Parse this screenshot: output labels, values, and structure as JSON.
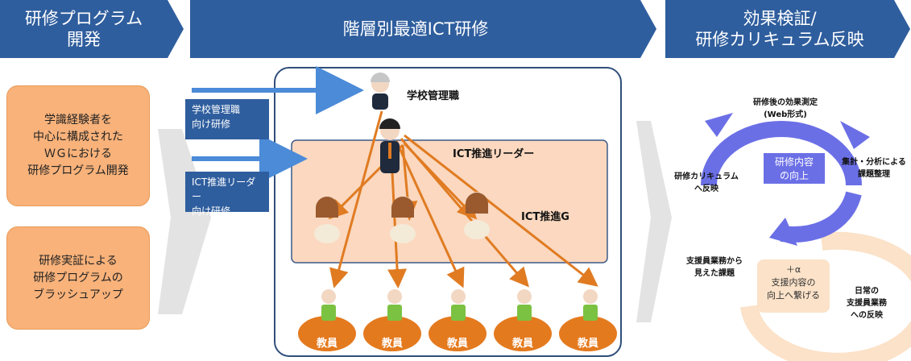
{
  "headers": {
    "left": "研修プログラム\n開発",
    "middle": "階層別最適ICT研修",
    "right": "効果検証/\n研修カリキュラム反映"
  },
  "left_boxes": {
    "top": "学識経験者を\n中心に構成された\nＷＧにおける\n研修プログラム開発",
    "bottom": "研修実証による\n研修プログラムの\nブラッシュアップ"
  },
  "training_labels": {
    "admin": "学校管理職\n向け研修",
    "leader": "ICT推進リーダー\n向け研修"
  },
  "roles": {
    "admin": "学校管理職",
    "leader": "ICT推進リーダー",
    "group": "ICT推進G",
    "teacher": "教員"
  },
  "cycle": {
    "top": "研修後の効果測定\n(Web形式)",
    "right": "集計・分析による\n課題整理",
    "left": "研修カリキュラム\nへ反映",
    "center_top": "研修内容\nの向上",
    "center_bottom": "＋α\n支援内容の\n向上へ繋げる",
    "bottom_left": "支援員業務から\n見えた課題",
    "bottom_right": "日常の\n支援員業務\nへの反映"
  },
  "colors": {
    "header_blue": "#2f5e9e",
    "orange_box": "#f8b27a",
    "arrow_orange": "#e07b22",
    "cycle_blue": "#6b6fe6",
    "cycle_peach": "#fbe2c8"
  }
}
